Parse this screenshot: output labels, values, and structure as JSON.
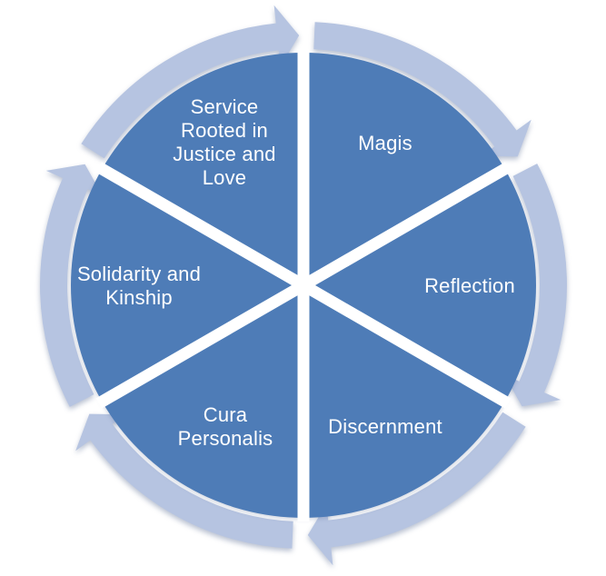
{
  "diagram": {
    "type": "segmented-cycle",
    "direction": "clockwise",
    "colors": {
      "segment_fill": "#4e7cb7",
      "arrow_fill": "#b6c4e1",
      "separator": "#ffffff",
      "label_text": "#ffffff",
      "background": "#ffffff"
    },
    "segments": [
      {
        "label": "Magis",
        "position": "top-right"
      },
      {
        "label": "Reflection",
        "position": "right"
      },
      {
        "label": "Discernment",
        "position": "bottom-right"
      },
      {
        "label": "Cura Personalis",
        "position": "bottom-left"
      },
      {
        "label": "Solidarity and Kinship",
        "position": "left"
      },
      {
        "label": "Service Rooted in Justice and Love",
        "position": "top-left"
      }
    ]
  }
}
